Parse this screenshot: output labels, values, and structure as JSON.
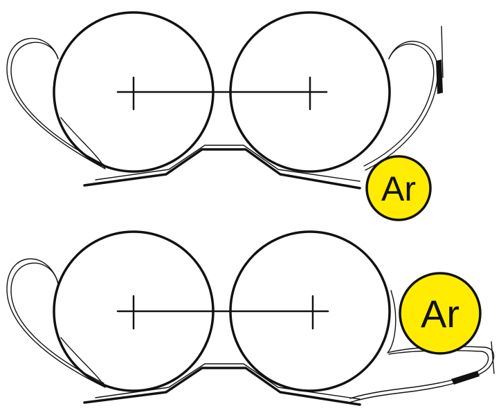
{
  "panels": [
    {
      "id": "top",
      "atom": {
        "label": "Ar",
        "color": "#ffec00"
      }
    },
    {
      "id": "bottom",
      "atom": {
        "label": "Ar",
        "color": "#ffec00"
      }
    }
  ],
  "colors": {
    "stroke": "#111111",
    "atom_fill": "#ffec00",
    "background": "#ffffff"
  }
}
